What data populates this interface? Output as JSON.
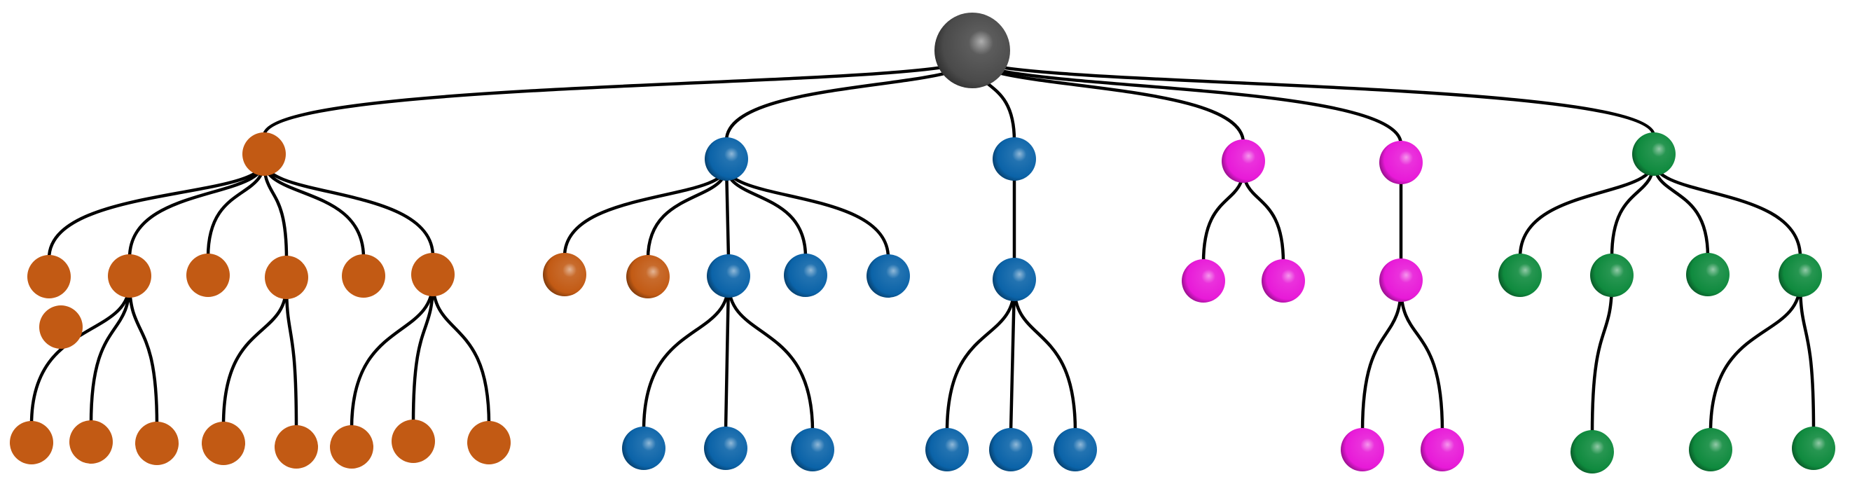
{
  "colors": {
    "root": "#4a4a4a",
    "orange": "#c25a14",
    "blue": "#0b63a8",
    "magenta": "#e81ad8",
    "green": "#0f8a3e"
  },
  "shading": {
    "root": "sphere",
    "orange": "flat",
    "orange_sphere": "sphere",
    "blue": "sphere",
    "magenta": "sphere",
    "green": "sphere"
  },
  "tree": {
    "id": "root",
    "color": "root",
    "children": [
      {
        "id": "o",
        "color": "orange",
        "children": [
          {
            "id": "o1",
            "color": "orange",
            "children": []
          },
          {
            "id": "o2",
            "color": "orange",
            "children": [
              {
                "id": "o2a",
                "color": "orange",
                "children": []
              },
              {
                "id": "o2b",
                "color": "orange",
                "children": []
              },
              {
                "id": "o2c",
                "color": "orange",
                "children": []
              }
            ]
          },
          {
            "id": "o3",
            "color": "orange",
            "children": []
          },
          {
            "id": "o4",
            "color": "orange",
            "children": [
              {
                "id": "o4a",
                "color": "orange",
                "children": []
              },
              {
                "id": "o4b",
                "color": "orange",
                "children": []
              }
            ]
          },
          {
            "id": "o5",
            "color": "orange",
            "children": []
          },
          {
            "id": "o6",
            "color": "orange",
            "children": [
              {
                "id": "o6a",
                "color": "orange",
                "children": []
              },
              {
                "id": "o6b",
                "color": "orange",
                "children": []
              },
              {
                "id": "o6c",
                "color": "orange",
                "children": []
              }
            ]
          }
        ]
      },
      {
        "id": "b1",
        "color": "blue",
        "children": [
          {
            "id": "b1a",
            "color": "orange_sphere",
            "children": []
          },
          {
            "id": "b1b",
            "color": "orange_sphere",
            "children": []
          },
          {
            "id": "b1c",
            "color": "blue",
            "children": [
              {
                "id": "b1c1",
                "color": "blue",
                "children": []
              },
              {
                "id": "b1c2",
                "color": "blue",
                "children": []
              },
              {
                "id": "b1c3",
                "color": "blue",
                "children": []
              }
            ]
          },
          {
            "id": "b1d",
            "color": "blue",
            "children": []
          },
          {
            "id": "b1e",
            "color": "blue",
            "children": []
          }
        ]
      },
      {
        "id": "b2",
        "color": "blue",
        "children": [
          {
            "id": "b2a",
            "color": "blue",
            "children": [
              {
                "id": "b2a1",
                "color": "blue",
                "children": []
              },
              {
                "id": "b2a2",
                "color": "blue",
                "children": []
              },
              {
                "id": "b2a3",
                "color": "blue",
                "children": []
              }
            ]
          }
        ]
      },
      {
        "id": "m1",
        "color": "magenta",
        "children": [
          {
            "id": "m1a",
            "color": "magenta",
            "children": []
          },
          {
            "id": "m1b",
            "color": "magenta",
            "children": []
          }
        ]
      },
      {
        "id": "m2",
        "color": "magenta",
        "children": [
          {
            "id": "m2a",
            "color": "magenta",
            "children": [
              {
                "id": "m2a1",
                "color": "magenta",
                "children": []
              },
              {
                "id": "m2a2",
                "color": "magenta",
                "children": []
              }
            ]
          }
        ]
      },
      {
        "id": "g",
        "color": "green",
        "children": [
          {
            "id": "g1",
            "color": "green",
            "children": []
          },
          {
            "id": "g2",
            "color": "green",
            "children": [
              {
                "id": "g2a",
                "color": "green",
                "children": []
              }
            ]
          },
          {
            "id": "g3",
            "color": "green",
            "children": []
          },
          {
            "id": "g4",
            "color": "green",
            "children": [
              {
                "id": "g4a",
                "color": "green",
                "children": []
              },
              {
                "id": "g4b",
                "color": "green",
                "children": []
              }
            ]
          }
        ]
      }
    ]
  }
}
